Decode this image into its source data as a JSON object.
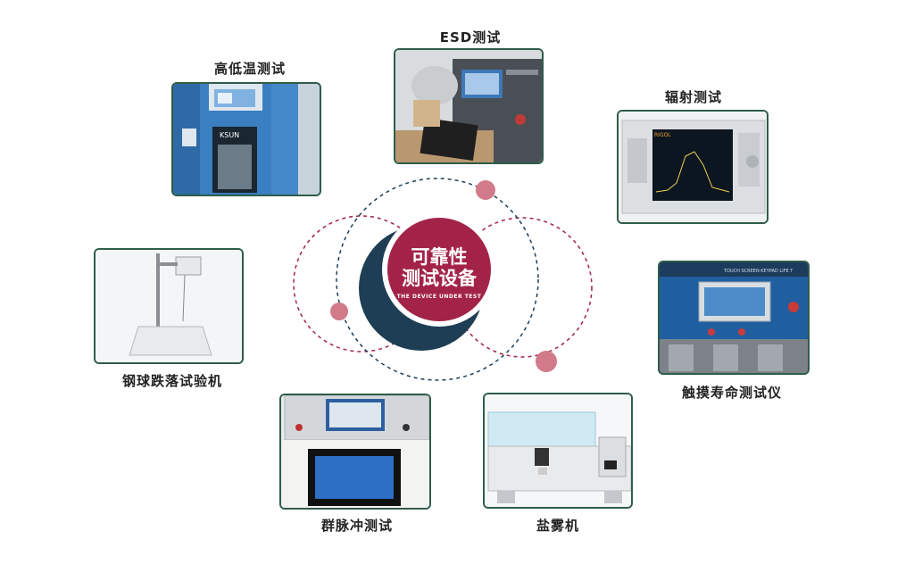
{
  "hub": {
    "title_line1": "可靠性",
    "title_line2": "测试设备",
    "subtitle": "THE DEVICE UNDER TEST"
  },
  "items": {
    "high_low_temp": {
      "label": "高低温测试",
      "screen_text": "KSUN"
    },
    "esd": {
      "label": "ESD测试"
    },
    "radiation": {
      "label": "辐射测试",
      "screen_text": "RIGOL"
    },
    "ball_drop": {
      "label": "钢球跌落试验机"
    },
    "touch_life": {
      "label": "触摸寿命测试仪",
      "panel_text": "TOUCH SCREEN KEYPAD LIFE T"
    },
    "pulse": {
      "label": "群脉冲测试"
    },
    "salt_fog": {
      "label": "盐雾机"
    }
  },
  "colors": {
    "accent_red": "#a32348",
    "navy": "#1d3e55",
    "card_border": "#2f5d4a",
    "dot": "#d07a8a"
  }
}
